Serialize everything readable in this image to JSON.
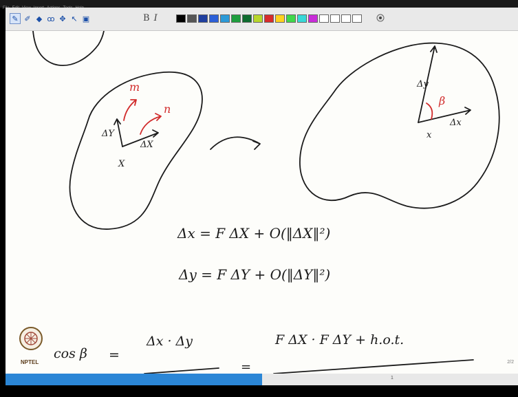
{
  "menubar": {
    "items": [
      "File",
      "Edit",
      "View",
      "Insert",
      "Actions",
      "Tools",
      "Help"
    ]
  },
  "toolbar": {
    "tools": [
      {
        "name": "pen-tool-icon",
        "glyph": "✎"
      },
      {
        "name": "highlighter-tool-icon",
        "glyph": "✐"
      },
      {
        "name": "eraser-tool-icon",
        "glyph": "◆"
      },
      {
        "name": "lasso-tool-icon",
        "glyph": "ꝏ"
      },
      {
        "name": "shapes-tool-icon",
        "glyph": "✥"
      },
      {
        "name": "pointer-tool-icon",
        "glyph": "↖"
      },
      {
        "name": "insert-space-icon",
        "glyph": "▣"
      }
    ],
    "bold_label": "B",
    "italic_label": "I",
    "swatches": [
      "#000000",
      "#555555",
      "#1f3f9f",
      "#2b5fd8",
      "#2b9ad8",
      "#1e9e3e",
      "#0e6b2e",
      "#b8d62b",
      "#d82b2b",
      "#ffd21f",
      "#3fd84a",
      "#38d8d8",
      "#c82bd8",
      "#ffffff",
      "#ffffff",
      "#ffffff",
      "#ffffff"
    ]
  },
  "whiteboard": {
    "labels": {
      "m": "m",
      "n": "n",
      "dY_left": "ΔY",
      "dX_left": "ΔX",
      "X_left": "X",
      "dy_right": "Δy",
      "beta": "β",
      "dx_right": "Δx",
      "x_right": "x"
    },
    "eq1": "Δx = F ΔX + O(‖ΔX‖²)",
    "eq2": "Δy = F ΔY + O(‖ΔY‖²)",
    "eq3_lhs": "cos β",
    "eq3_eq1": "=",
    "eq3_num": "Δx · Δy",
    "eq3_eq2": "=",
    "eq3_rhs": "F ΔX · F ΔY + h.o.t."
  },
  "page_indicator": "2/2",
  "status": {
    "mid": "1",
    "progress": 0.5
  },
  "logo": {
    "text": "NPTEL"
  }
}
